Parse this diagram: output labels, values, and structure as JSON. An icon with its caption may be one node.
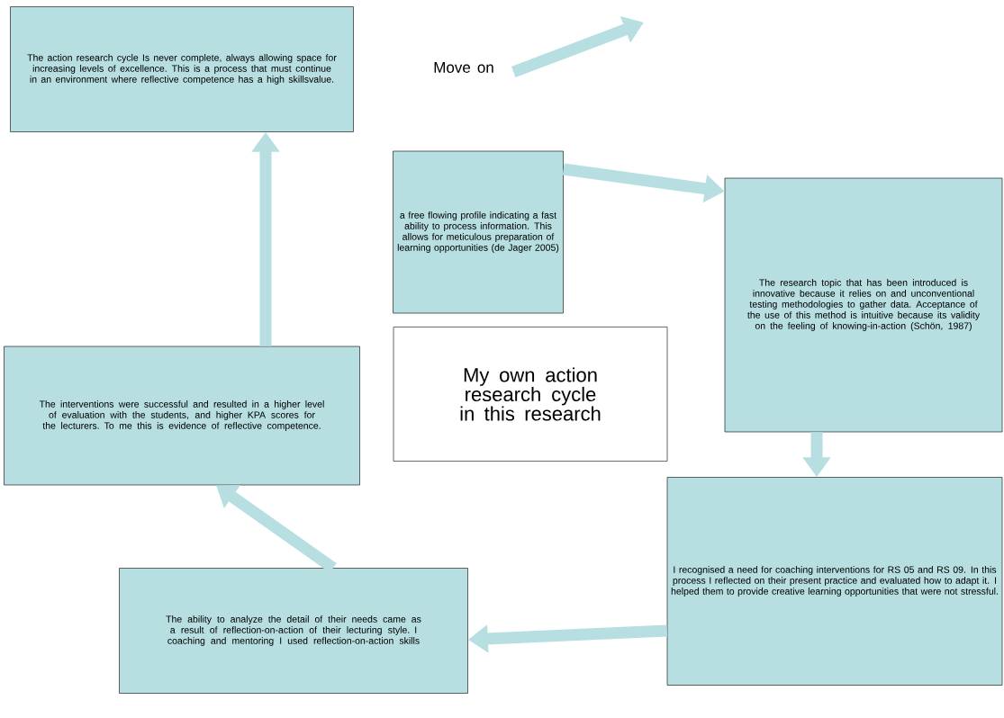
{
  "diagram": {
    "nodes": [
      {
        "text": [
          "The action research cycle Is never complete, always allowing space for increasing levels of excellence. This is a process that must continue in an environment where reflective competence has a high skillsvalue."
        ]
      },
      {
        "text": [
          "Move on"
        ]
      },
      {
        "text": [
          "a free flowing profile indicating a fast ability to process information. This allows for meticulous preparation of learning opportunities (de Jager 2005)"
        ]
      },
      {
        "text": [
          "The research topic that has been introduced is innovative because it relies on and unconventional testing methodologies to gather data. Acceptance of the use of this method is intuitive because its validity on the feeling of knowing-in-action (Schön, 1987)"
        ]
      },
      {
        "text": [
          "My own action research cycle in this research"
        ]
      },
      {
        "text": [
          "I recognised a need for coaching interventions for RS 05 and RS 09. In this process I reflected on their present practice and evaluated how to adapt it. I helped them to provide creative learning opportunities that were not stressful."
        ]
      },
      {
        "text": [
          "The ability to analyze the detail of their needs came as a result of reflection-on-action of their lecturing style. I coaching and mentoring I used reflection-on-action skills"
        ]
      },
      {
        "text": [
          "The interventions were successful and resulted in a higher level of evaluation with the students, and higher KPA scores for the lecturers. To me this is evidence of reflective competence."
        ]
      }
    ],
    "edges": [
      {
        "from": 2,
        "to": 3,
        "arrow": "to"
      },
      {
        "from": 3,
        "to": 5,
        "arrow": "to"
      },
      {
        "from": 5,
        "to": 6,
        "arrow": "to"
      },
      {
        "from": 6,
        "to": 7,
        "arrow": "to"
      },
      {
        "from": 7,
        "to": 0,
        "arrow": "to"
      },
      {
        "from": 1,
        "to": null,
        "arrow": "to"
      }
    ]
  }
}
